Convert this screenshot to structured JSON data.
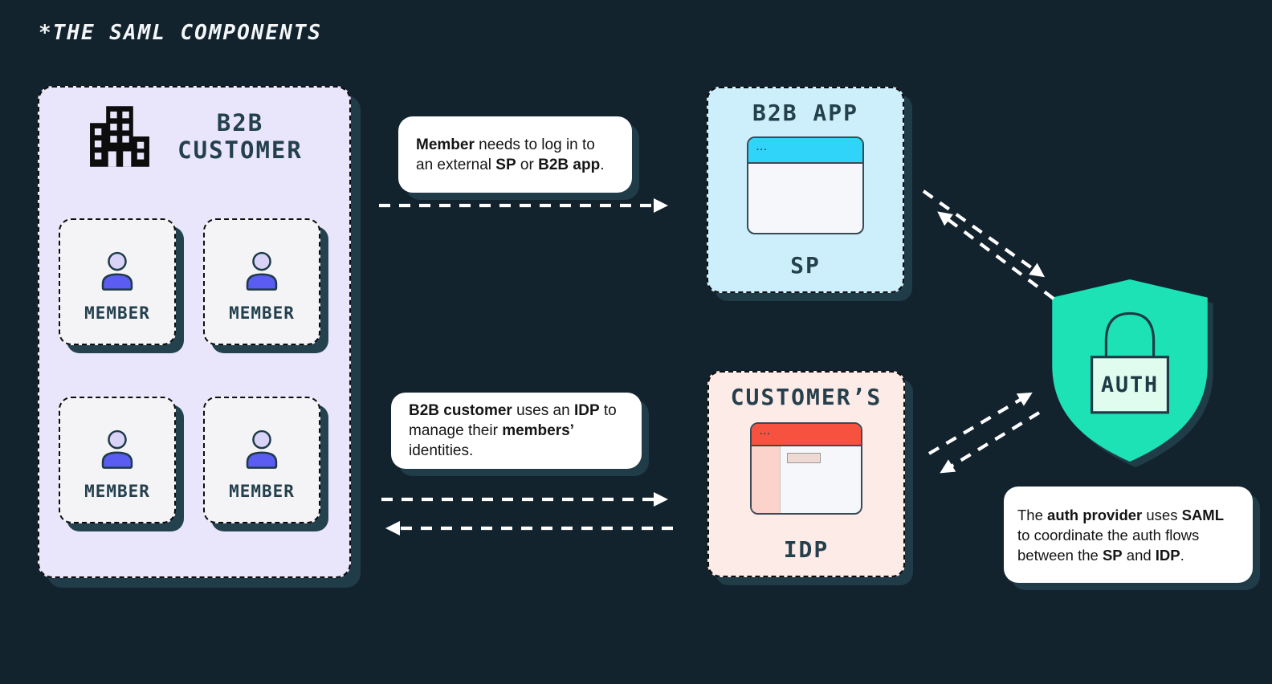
{
  "title": "*THE SAML COMPONENTS",
  "colors": {
    "bg": "#13232e",
    "shadow": "#203c49",
    "panel_lavender": "#e9e6fb",
    "card_bg": "#f4f4f7",
    "indigo": "#5b5cf1",
    "head_lavender": "#d9d3f8",
    "cyan_panel": "#cdeefb",
    "cyan_bar": "#2fd4f8",
    "pink_panel": "#fdebe7",
    "red_bar": "#f7513f",
    "pink_sidebar": "#fbd3cb",
    "teal": "#1de2b6",
    "mint": "#e0fcee",
    "slate": "#24404d",
    "ink": "#0d0d0d",
    "window_body": "#f5f7fa",
    "window_border": "#3a4a55",
    "white": "#ffffff",
    "callout_text": "#151515"
  },
  "customer_box": {
    "title_line1": "B2B",
    "title_line2": "CUSTOMER",
    "members": [
      {
        "label": "MEMBER"
      },
      {
        "label": "MEMBER"
      },
      {
        "label": "MEMBER"
      },
      {
        "label": "MEMBER"
      }
    ]
  },
  "sp_box": {
    "title": "B2B APP",
    "label": "SP",
    "window_dots": "···"
  },
  "idp_box": {
    "title": "CUSTOMER’S",
    "label": "IDP",
    "window_dots": "···"
  },
  "auth_shield": {
    "label": "AUTH"
  },
  "callouts": {
    "member_login": {
      "segments": [
        {
          "text": "Member",
          "bold": true
        },
        {
          "text": " needs to log in to an external ",
          "bold": false
        },
        {
          "text": "SP",
          "bold": true
        },
        {
          "text": " or ",
          "bold": false
        },
        {
          "text": "B2B app",
          "bold": true
        },
        {
          "text": ".",
          "bold": false
        }
      ]
    },
    "customer_idp": {
      "segments": [
        {
          "text": "B2B customer",
          "bold": true
        },
        {
          "text": " uses an ",
          "bold": false
        },
        {
          "text": "IDP",
          "bold": true
        },
        {
          "text": " to manage their ",
          "bold": false
        },
        {
          "text": "members’",
          "bold": true
        },
        {
          "text": " identities.",
          "bold": false
        }
      ]
    },
    "auth_provider": {
      "segments": [
        {
          "text": "The ",
          "bold": false
        },
        {
          "text": "auth provider",
          "bold": true
        },
        {
          "text": " uses ",
          "bold": false
        },
        {
          "text": "SAML",
          "bold": true
        },
        {
          "text": " to coordinate the auth flows between the ",
          "bold": false
        },
        {
          "text": "SP",
          "bold": true
        },
        {
          "text": " and ",
          "bold": false
        },
        {
          "text": "IDP",
          "bold": true
        },
        {
          "text": ".",
          "bold": false
        }
      ]
    }
  }
}
